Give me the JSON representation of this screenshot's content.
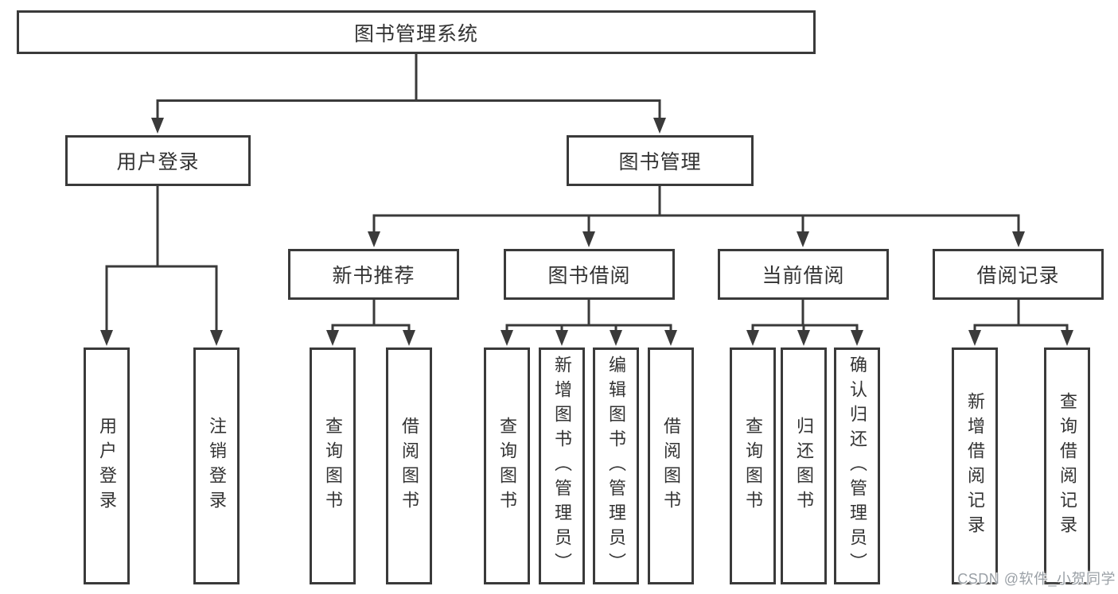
{
  "diagram": {
    "root": {
      "label": "图书管理系统"
    },
    "level2": {
      "userLogin": {
        "label": "用户登录"
      },
      "bookManagement": {
        "label": "图书管理"
      }
    },
    "level3": {
      "newBookRecommend": {
        "label": "新书推荐"
      },
      "bookBorrow": {
        "label": "图书借阅"
      },
      "currentBorrow": {
        "label": "当前借阅"
      },
      "borrowRecord": {
        "label": "借阅记录"
      }
    },
    "leaves": {
      "userLogin": {
        "label": "用户登录"
      },
      "logoutLogin": {
        "label": "注销登录"
      },
      "queryBooksRecommend": {
        "label": "查询图书"
      },
      "borrowBooksRecommend": {
        "label": "借阅图书"
      },
      "queryBooksBorrow": {
        "label": "查询图书"
      },
      "addBooksAdmin": {
        "label": "新增图书（管理员）"
      },
      "editBooksAdmin": {
        "label": "编辑图书（管理员）"
      },
      "borrowBooksBorrow": {
        "label": "借阅图书"
      },
      "queryBooksCurrent": {
        "label": "查询图书"
      },
      "returnBooks": {
        "label": "归还图书"
      },
      "confirmReturnAdmin": {
        "label": "确认归还（管理员）"
      },
      "addBorrowRecord": {
        "label": "新增借阅记录"
      },
      "queryBorrowRecord": {
        "label": "查询借阅记录"
      }
    }
  },
  "watermark": {
    "text": "CSDN @软件_小贺同学"
  },
  "colors": {
    "line": "#3a3a3a",
    "text": "#333333",
    "boxFill": "#ffffff",
    "background": "#ffffff",
    "watermark": "#9aa0a6"
  }
}
